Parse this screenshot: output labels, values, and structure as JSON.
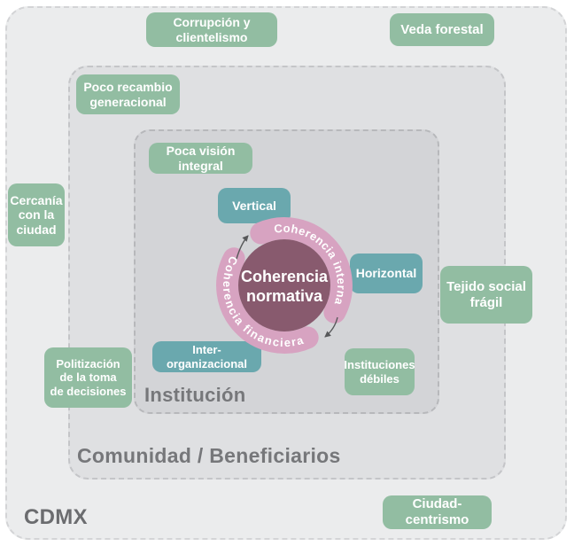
{
  "zones": {
    "cdmx": {
      "label": "CDMX",
      "fill": "#ebeced"
    },
    "comunidad": {
      "label": "Comunidad / Beneficiarios",
      "fill": "#dfe0e2"
    },
    "institucion": {
      "label": "Institución",
      "fill": "#d3d4d7"
    }
  },
  "core": {
    "line1": "Coherencia",
    "line2": "normativa",
    "color": "#885a6e"
  },
  "ring": {
    "arc_top_label": "Coherencia interna",
    "arc_bottom_label": "Coherencia financiera",
    "color": "#d7a3c1"
  },
  "green_notes": [
    {
      "id": "corrupcion-clientelismo",
      "label": "Corrupción y clientelismo"
    },
    {
      "id": "veda-forestal",
      "label": "Veda forestal"
    },
    {
      "id": "poco-recambio",
      "label": "Poco recambio\ngeneracional"
    },
    {
      "id": "poca-vision",
      "label": "Poca visión integral"
    },
    {
      "id": "cercania-ciudad",
      "label": "Cercanía\ncon la\nciudad"
    },
    {
      "id": "tejido-social",
      "label": "Tejido social\nfrágil"
    },
    {
      "id": "politizacion",
      "label": "Politización\nde la toma\nde decisiones"
    },
    {
      "id": "instituciones-debiles",
      "label": "Instituciones\ndébiles"
    },
    {
      "id": "ciudad-centrismo",
      "label": "Ciudad-centrismo"
    }
  ],
  "teal_notes": [
    {
      "id": "vertical",
      "label": "Vertical"
    },
    {
      "id": "horizontal",
      "label": "Horizontal"
    },
    {
      "id": "inter-organizacional",
      "label": "Inter-organizacional"
    }
  ],
  "colors": {
    "note_green": "#92bda2",
    "note_teal": "#6aa8ae",
    "ring_pink": "#d7a3c1",
    "core_plum": "#885a6e",
    "zone_label_gray": "#76777a",
    "arrow_gray": "#57585a",
    "note_text": "#ffffff"
  }
}
